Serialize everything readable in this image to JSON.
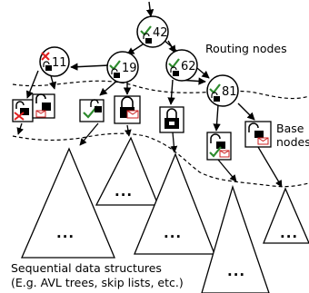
{
  "labels": {
    "routing": "Routing nodes",
    "base_line1": "Base",
    "base_line2": "nodes",
    "seq_line1": "Sequential data structures",
    "seq_line2": "(E.g. AVL trees, skip lists, etc.)"
  },
  "routing_nodes": [
    {
      "key": "42",
      "status": "valid"
    },
    {
      "key": "11",
      "status": "invalid"
    },
    {
      "key": "19",
      "status": "valid"
    },
    {
      "key": "62",
      "status": "valid"
    },
    {
      "key": "81",
      "status": "valid"
    }
  ],
  "ellipsis": "...",
  "colors": {
    "valid_check": "#2e8b2e",
    "invalid_cross": "#e02020",
    "envelope": "#cc2222",
    "line": "#000000"
  }
}
